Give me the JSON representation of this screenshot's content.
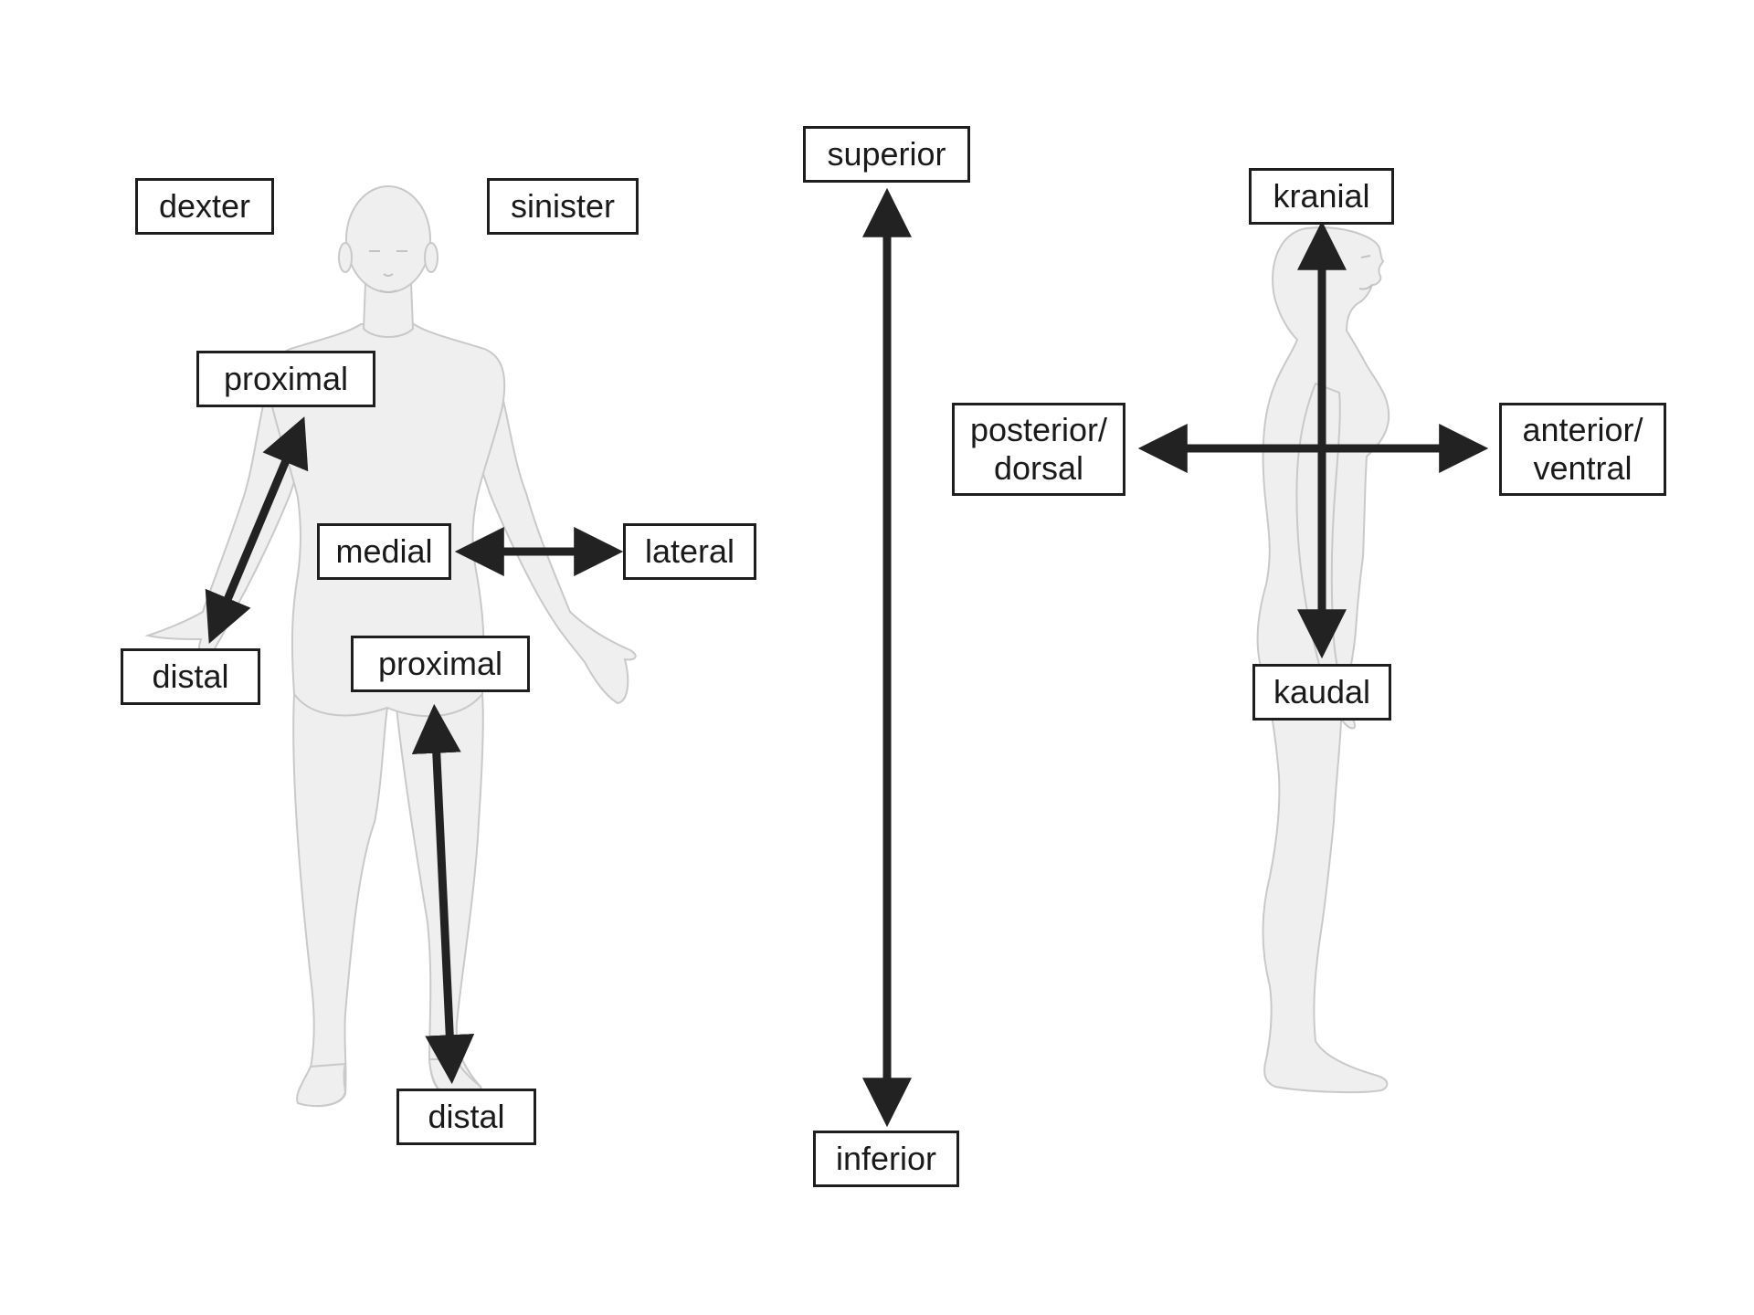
{
  "colors": {
    "body_fill": "#efefef",
    "body_shade": "#e3e3e3",
    "body_stroke": "#c9c9c9",
    "arrow": "#222222",
    "label_border": "#1e1e1e"
  },
  "front_figure": {
    "dexter": "dexter",
    "sinister": "sinister",
    "arm_proximal": "proximal",
    "arm_distal": "distal",
    "medial": "medial",
    "lateral": "lateral",
    "leg_proximal": "proximal",
    "leg_distal": "distal"
  },
  "vertical_axis": {
    "superior": "superior",
    "inferior": "inferior"
  },
  "side_figure": {
    "kranial": "kranial",
    "kaudal": "kaudal",
    "posterior_line1": "posterior/",
    "posterior_line2": "dorsal",
    "anterior_line1": "anterior/",
    "anterior_line2": "ventral"
  }
}
